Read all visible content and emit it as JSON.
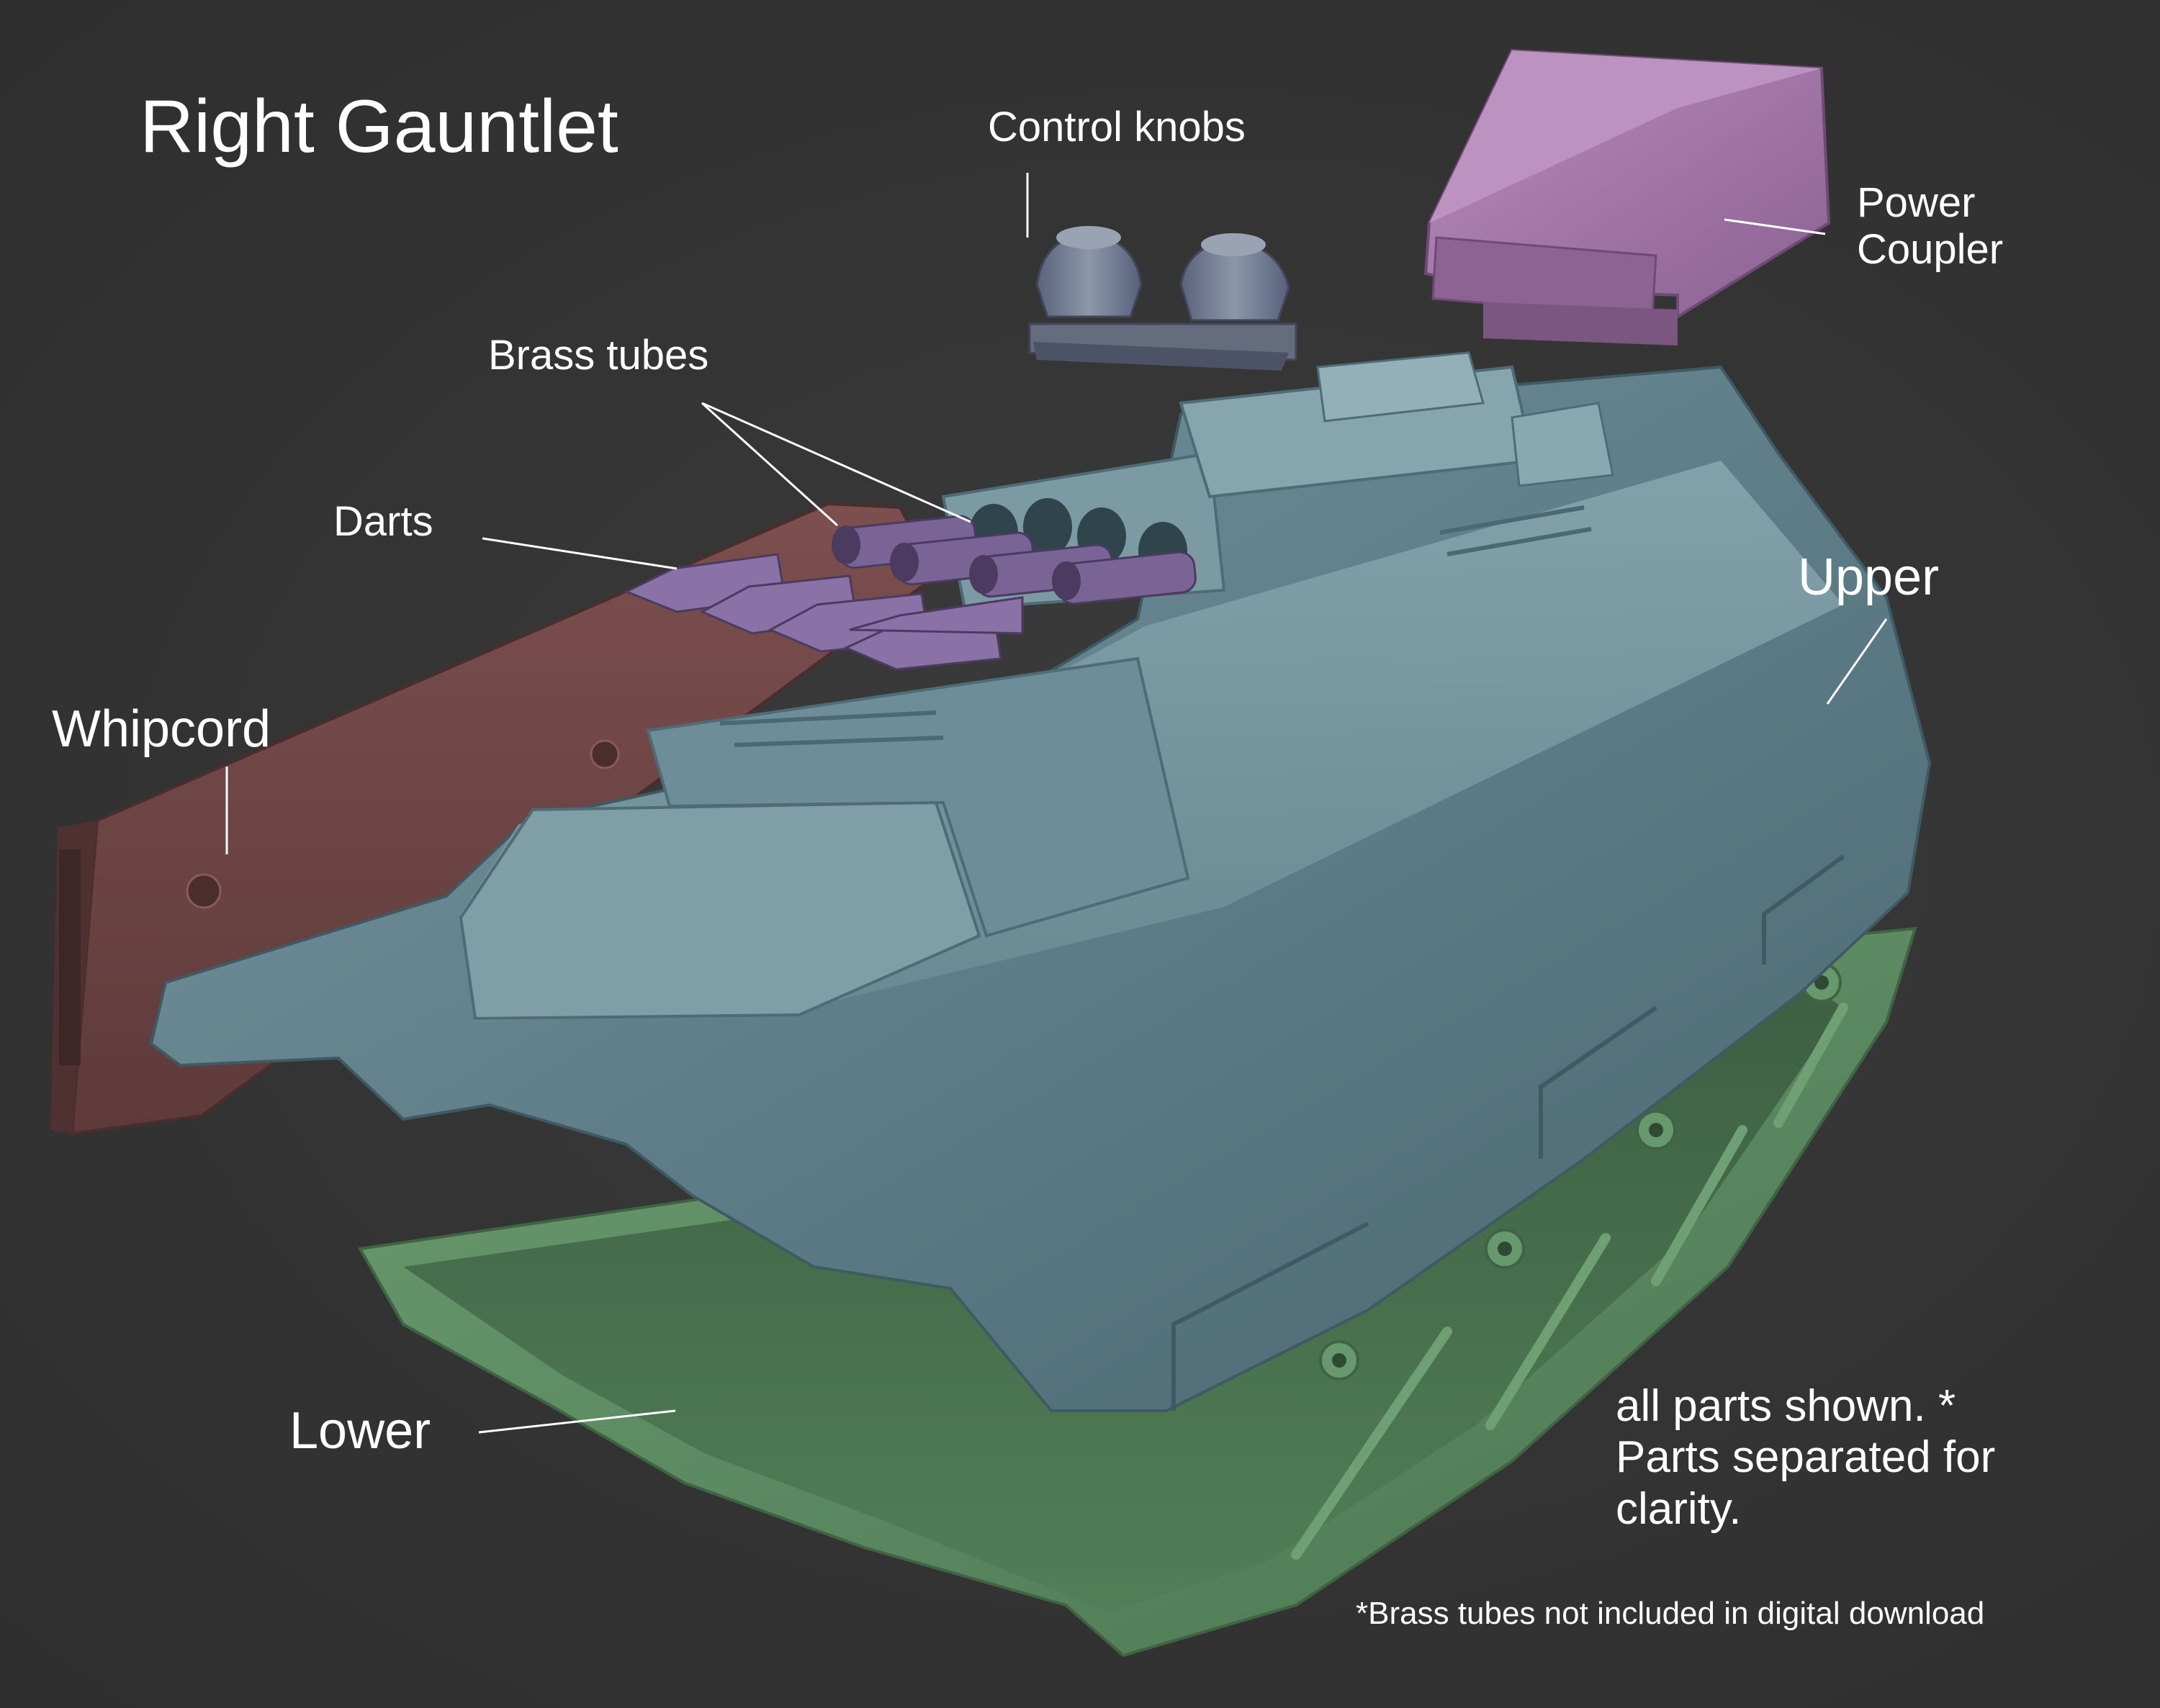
{
  "title": "Right Gauntlet",
  "labels": {
    "control_knobs": "Control knobs",
    "power_coupler_line1": "Power",
    "power_coupler_line2": "Coupler",
    "brass_tubes": "Brass tubes",
    "darts": "Darts",
    "upper": "Upper",
    "whipcord": "Whipcord",
    "lower": "Lower"
  },
  "note": {
    "line1": "all parts shown. *",
    "line2": "Parts separated for",
    "line3": "clarity."
  },
  "footnote": "*Brass tubes not included in digital download",
  "colors": {
    "background": "#353535",
    "upper": "#5f7e89",
    "lower": "#5d8b62",
    "whipcord": "#6e4444",
    "power_coupler": "#a076a6",
    "darts_tubes": "#7a6496",
    "control_knobs": "#6e7787",
    "label_text": "#ffffff"
  }
}
